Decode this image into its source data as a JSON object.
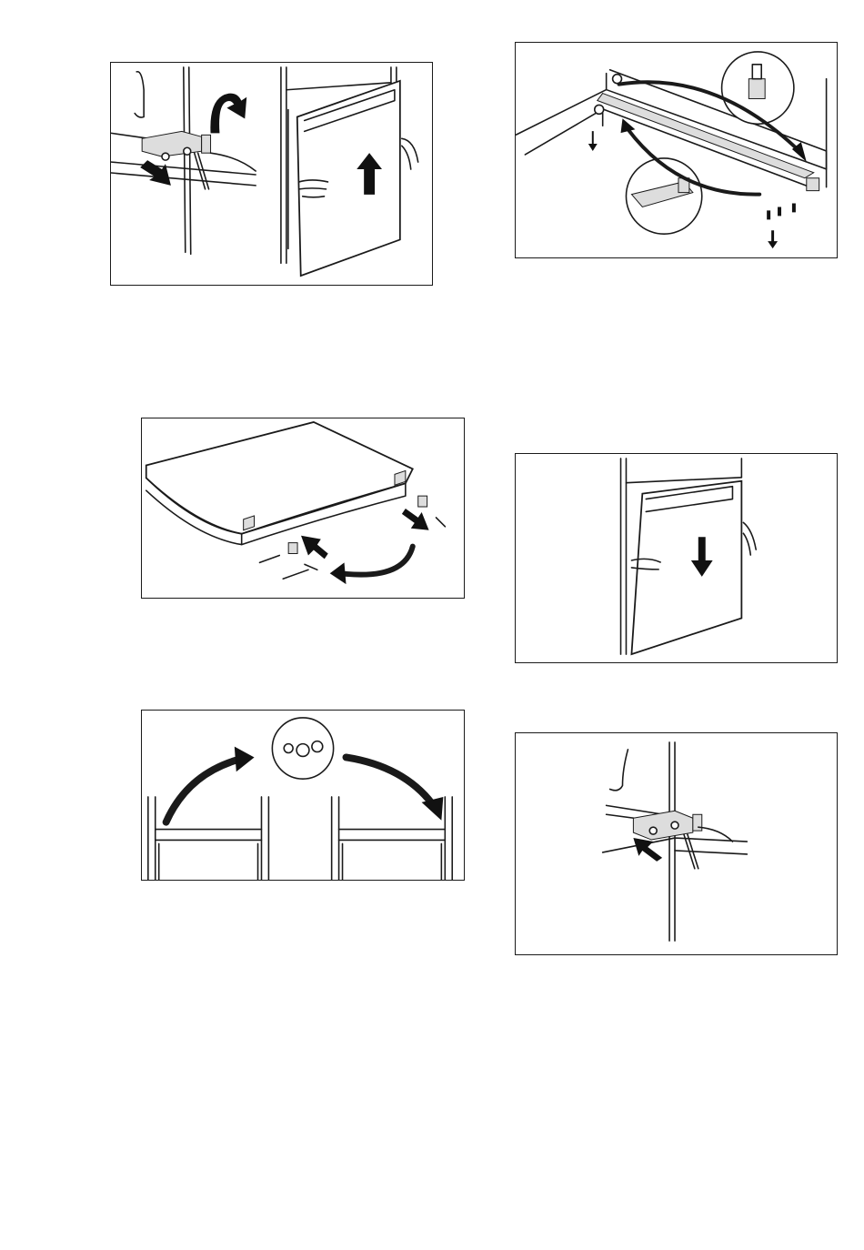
{
  "figures": [
    {
      "id": "fig1",
      "depicts": "remove-upper-hinge-and-lift-door",
      "arrow_icons": [
        "curved-arrow-icon",
        "pull-arrow-icon",
        "up-arrow-icon"
      ]
    },
    {
      "id": "fig2",
      "depicts": "move-bottom-hinge-pin-to-opposite-side",
      "arrow_icons": [
        "curved-arrow-icon",
        "down-arrow-icon"
      ]
    },
    {
      "id": "fig3",
      "depicts": "move-door-bushings-to-opposite-side",
      "arrow_icons": [
        "curved-arrow-icon",
        "insert-arrow-icon"
      ]
    },
    {
      "id": "fig4",
      "depicts": "lower-door-onto-pin",
      "arrow_icons": [
        "down-arrow-icon"
      ]
    },
    {
      "id": "fig5",
      "depicts": "move-cover-caps-to-opposite-side",
      "arrow_icons": [
        "curved-arrow-icon"
      ]
    },
    {
      "id": "fig6",
      "depicts": "refit-upper-hinge",
      "arrow_icons": [
        "push-arrow-icon"
      ]
    }
  ]
}
